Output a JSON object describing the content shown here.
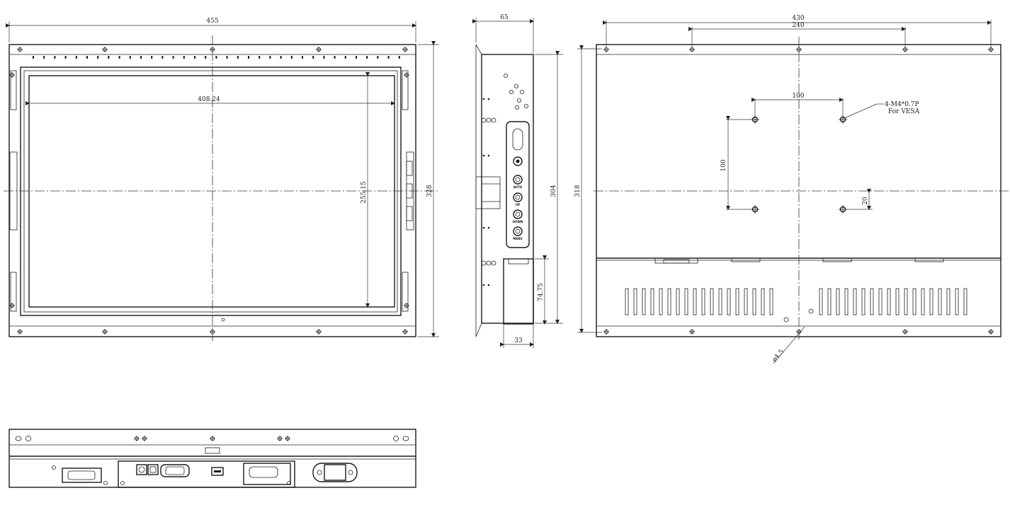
{
  "front_view": {
    "dims": {
      "width": "455",
      "height": "328",
      "screen_width": "408.24",
      "screen_height": "255.15"
    }
  },
  "side_view": {
    "dims": {
      "depth": "65",
      "height": "304",
      "box_depth": "33",
      "box_height": "74.75"
    },
    "buttons": [
      "AUTO",
      "UP",
      "DOWN",
      "MENU"
    ]
  },
  "rear_view": {
    "dims": {
      "width": "430",
      "mount_width": "240",
      "vesa_h": "100",
      "vesa_v": "100",
      "offset": "20",
      "height": "318",
      "hole": "ø4.5"
    },
    "note": {
      "line1": "4-M4*0.7P",
      "line2": "For VESA"
    }
  }
}
